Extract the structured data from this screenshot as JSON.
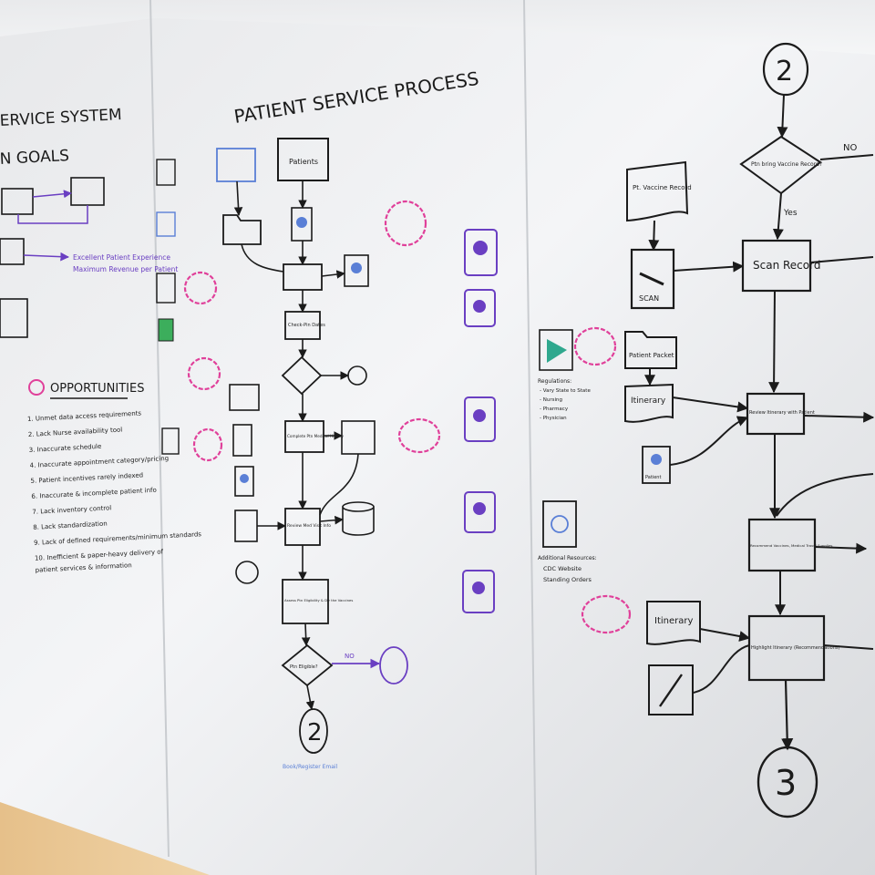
{
  "colors": {
    "ink": "#1b1b1b",
    "purple": "#6a3fc2",
    "pink": "#e0409a",
    "blue": "#5a7fd6",
    "board": "#eef1f4",
    "table": "#e9c896"
  },
  "left_panel": {
    "title_fragment": "ERVICE SYSTEM",
    "goals_fragment": "N GOALS",
    "experience_line_1": "Excellent Patient Experience",
    "experience_line_2": "Maximum Revenue per Patient",
    "opportunities_title": "OPPORTUNITIES",
    "opportunities": [
      "1. Unmet data access requirements",
      "2. Lack Nurse availability tool",
      "3. Inaccurate schedule",
      "4. Inaccurate appointment category/pricing",
      "5. Patient incentives rarely indexed",
      "6. Inaccurate & incomplete patient info",
      "7. Lack inventory control",
      "8. Lack standardization",
      "9. Lack of defined requirements/minimum standards",
      "10. Inefficient & paper-heavy delivery of",
      "     patient services & information"
    ]
  },
  "center_panel": {
    "title": "PATIENT SERVICE PROCESS",
    "patients_label": "Patients",
    "check_pin_label": "Check-Pin Dates",
    "complete_history_label": "Complete Ptn Medical History",
    "review_label": "Review Med Visit Info",
    "assess_label": "Assess Ptn Eligibility & Dtr the Vaccines",
    "eligible_label": "Ptn Eligible?",
    "no_label": "NO",
    "connector_number": "2",
    "subcaption": "Book/Register Email"
  },
  "right_panel": {
    "connector_top": "2",
    "vaccine_record_label": "Pt. Vaccine Record",
    "bring_record_label": "Ptn bring Vaccine Record?",
    "no_label": "NO",
    "yes_label": "Yes",
    "scan_icon_label": "SCAN",
    "scan_record_label": "Scan Record",
    "patient_packet_label": "Patient Packet",
    "itinerary_label": "Itinerary",
    "review_itinerary_label": "Review Itinerary with Patient",
    "patient_label": "Patient",
    "resources_title": "Additional Resources:",
    "resources": [
      "CDC Website",
      "Standing Orders"
    ],
    "regulations": [
      "Regulations:",
      "- Vary State to State",
      "- Nursing",
      "- Pharmacy",
      "- Physician"
    ],
    "recommend_label": "Recommend Vaccines, Medical Travel Supplies",
    "highlight_label": "Highlight Itinerary (Recommendations)",
    "itinerary_label_2": "Itinerary",
    "connector_bottom": "3"
  }
}
